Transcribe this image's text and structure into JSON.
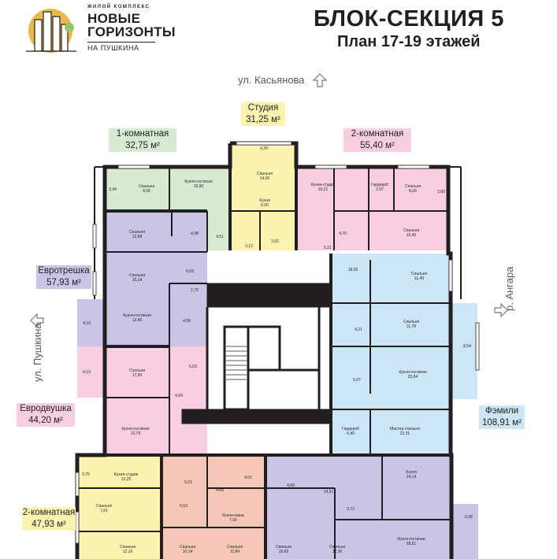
{
  "logo": {
    "small_text": "ЖИЛОЙ КОМПЛЕКС",
    "line1": "НОВЫЕ",
    "line2": "ГОРИЗОНТЫ",
    "sub": "НА ПУШКИНА"
  },
  "header": {
    "title": "БЛОК-СЕКЦИЯ 5",
    "subtitle": "План 17-19 этажей"
  },
  "streets": {
    "top": "ул. Касьянова",
    "left": "ул. Пушкина",
    "right": "р. Ангара"
  },
  "apartments": [
    {
      "key": "studio",
      "title": "Студия",
      "area": "31,25 м²",
      "color": "#fbf3b0"
    },
    {
      "key": "one",
      "title": "1-комнатная",
      "area": "32,75 м²",
      "color": "#d7ebd3"
    },
    {
      "key": "two_top",
      "title": "2-комнатная",
      "area": "55,40 м²",
      "color": "#f7cfe0"
    },
    {
      "key": "euro3",
      "title": "Евротрешка",
      "area": "57,93 м²",
      "color": "#c9c5e6"
    },
    {
      "key": "euro2",
      "title": "Евродвушка",
      "area": "44,20 м²",
      "color": "#f7cfe0"
    },
    {
      "key": "family",
      "title": "Фэмили",
      "area": "108,91 м²",
      "color": "#cde6f6"
    },
    {
      "key": "two_bottom",
      "title": "2-комнатная",
      "area": "47,93 м²",
      "color": "#fbf3b0"
    }
  ],
  "rooms": [
    {
      "name": "",
      "area": "4,20"
    },
    {
      "name": "Спальня",
      "area": "14,00"
    },
    {
      "name": "Кухня",
      "area": "6,00"
    },
    {
      "name": "",
      "area": "3,12"
    },
    {
      "name": "",
      "area": "3,92"
    },
    {
      "name": "",
      "area": "2,94"
    },
    {
      "name": "Спальня",
      "area": "9,66"
    },
    {
      "name": "Кухня-гостиная",
      "area": "10,96"
    },
    {
      "name": "",
      "area": "4,38"
    },
    {
      "name": "",
      "area": "4,51"
    },
    {
      "name": "Кухня-студия",
      "area": "16,21"
    },
    {
      "name": "Гардероб",
      "area": "2,97"
    },
    {
      "name": "Спальня",
      "area": "8,06"
    },
    {
      "name": "",
      "area": "2,80"
    },
    {
      "name": "",
      "area": "4,76"
    },
    {
      "name": "Спальня",
      "area": "15,40"
    },
    {
      "name": "",
      "area": "5,21"
    },
    {
      "name": "Спальня",
      "area": "12,88"
    },
    {
      "name": "Спальня",
      "area": "15,14"
    },
    {
      "name": "",
      "area": "6,03"
    },
    {
      "name": "",
      "area": "1,70"
    },
    {
      "name": "Кухня-гостиная",
      "area": "12,80"
    },
    {
      "name": "",
      "area": "4,99"
    },
    {
      "name": "",
      "area": "4,19"
    },
    {
      "name": "",
      "area": "4,19"
    },
    {
      "name": "Спальня",
      "area": "17,50"
    },
    {
      "name": "",
      "area": "5,03"
    },
    {
      "name": "",
      "area": "4,69"
    },
    {
      "name": "Кухня-гостиная",
      "area": "12,79"
    },
    {
      "name": "",
      "area": "18,26"
    },
    {
      "name": "Спальня",
      "area": "11,40"
    },
    {
      "name": "",
      "area": "4,21"
    },
    {
      "name": "Спальня",
      "area": "11,78"
    },
    {
      "name": "",
      "area": "8,54"
    },
    {
      "name": "",
      "area": "5,07"
    },
    {
      "name": "Кухня-гостиная",
      "area": "20,94"
    },
    {
      "name": "Гардероб",
      "area": "6,40"
    },
    {
      "name": "Мастер спальня",
      "area": "22,31"
    },
    {
      "name": "",
      "area": "3,75"
    },
    {
      "name": "Кухня-студия",
      "area": "13,25"
    },
    {
      "name": "",
      "area": "5,63"
    },
    {
      "name": "Спальня",
      "area": "7,61"
    },
    {
      "name": "",
      "area": "5,53"
    },
    {
      "name": "Спальня",
      "area": "12,16"
    },
    {
      "name": "",
      "area": "4,01"
    },
    {
      "name": "",
      "area": "4,89"
    },
    {
      "name": "Кухня-ниша",
      "area": "7,66"
    },
    {
      "name": "Спальня",
      "area": "10,14"
    },
    {
      "name": "Спальня",
      "area": "11,84"
    },
    {
      "name": "",
      "area": "4,68"
    },
    {
      "name": "",
      "area": "14,51"
    },
    {
      "name": "Кухня",
      "area": "14,14"
    },
    {
      "name": "",
      "area": "3,72"
    },
    {
      "name": "Спальня",
      "area": "15,65"
    },
    {
      "name": "Спальня",
      "area": "12,36"
    },
    {
      "name": "Кухня-гостиная",
      "area": "28,61"
    },
    {
      "name": "",
      "area": "5,08"
    }
  ],
  "colors": {
    "studio": "#fbf3b0",
    "one": "#d7ebd3",
    "pink": "#f7cfe0",
    "purple": "#c9c5e6",
    "blue": "#cde6f6",
    "salmon": "#f5c8b7",
    "wall": "#231f20",
    "logo_gold": "#e9b94a"
  }
}
